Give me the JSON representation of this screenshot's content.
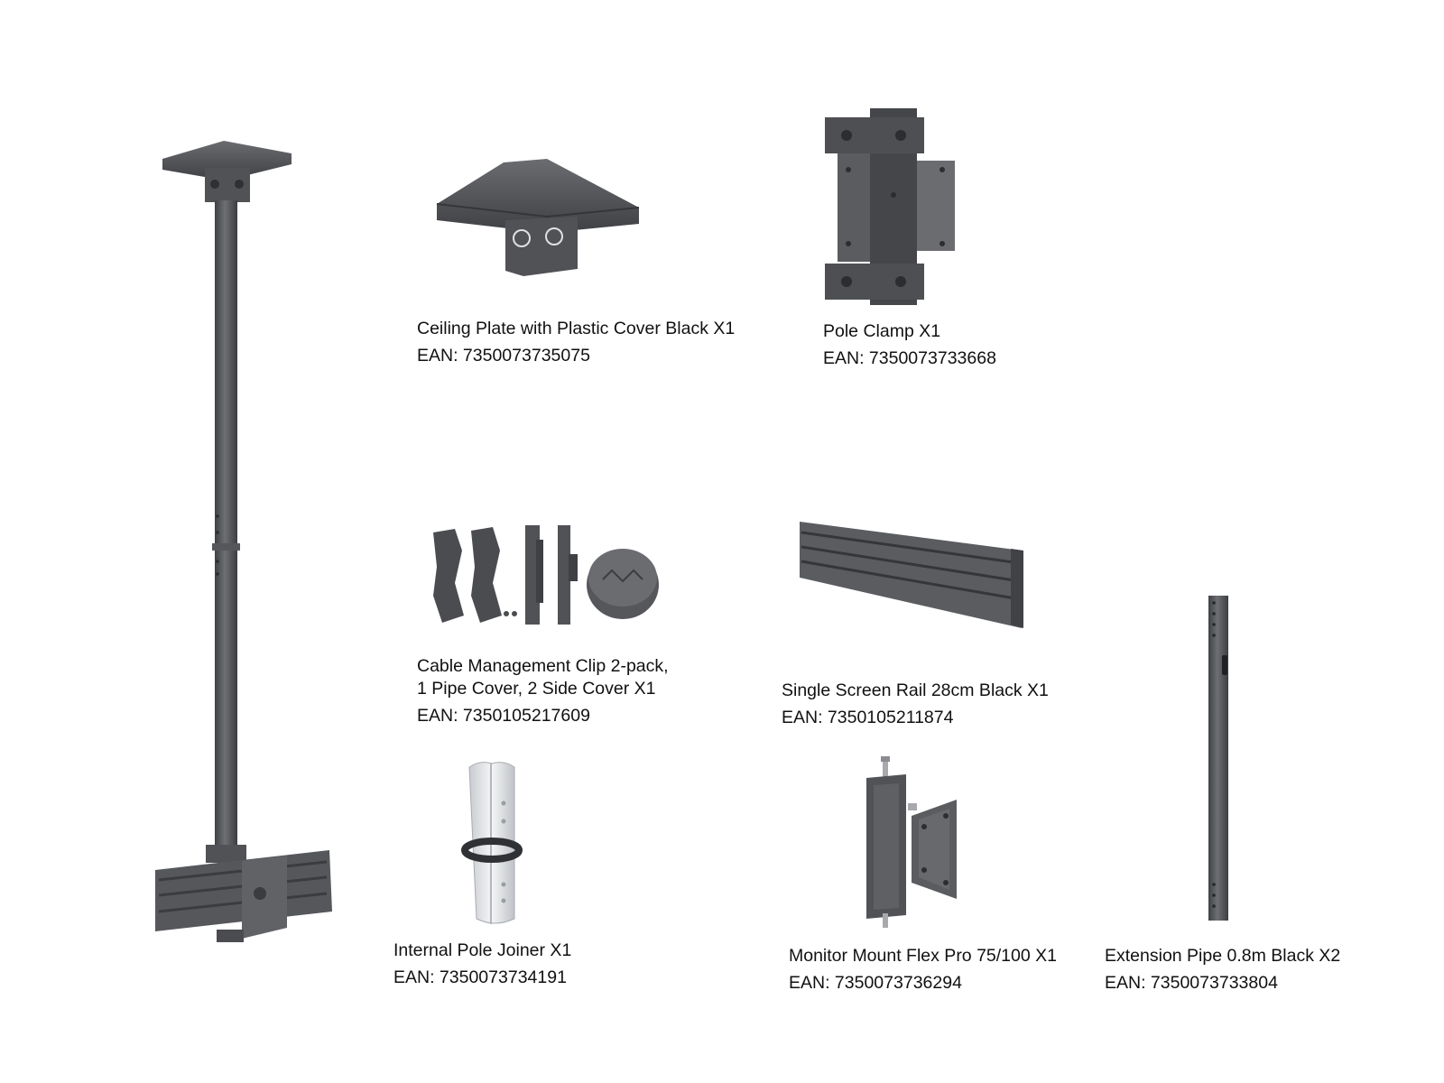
{
  "colors": {
    "background": "#ffffff",
    "metal_dark": "#4b4d51",
    "metal_mid": "#66686c",
    "metal_light": "#8a8c90",
    "joiner_white": "#e8eaec",
    "text": "#111111"
  },
  "items": [
    {
      "id": "ceiling-plate",
      "icon": "ceiling-plate-icon",
      "name_lines": [
        "Ceiling Plate with Plastic Cover Black X1"
      ],
      "ean": "EAN: 7350073735075"
    },
    {
      "id": "pole-clamp",
      "icon": "pole-clamp-icon",
      "name_lines": [
        "Pole Clamp X1"
      ],
      "ean": "EAN: 7350073733668"
    },
    {
      "id": "cable-management-clip",
      "icon": "cable-clip-icon",
      "name_lines": [
        "Cable Management Clip 2-pack,",
        "1 Pipe Cover, 2 Side Cover X1"
      ],
      "ean": "EAN: 7350105217609"
    },
    {
      "id": "single-screen-rail",
      "icon": "screen-rail-icon",
      "name_lines": [
        "Single Screen Rail 28cm Black X1"
      ],
      "ean": "EAN: 7350105211874"
    },
    {
      "id": "internal-pole-joiner",
      "icon": "pole-joiner-icon",
      "name_lines": [
        "Internal Pole Joiner X1"
      ],
      "ean": "EAN: 7350073734191"
    },
    {
      "id": "monitor-mount-flex-pro",
      "icon": "monitor-mount-icon",
      "name_lines": [
        "Monitor Mount Flex Pro 75/100 X1"
      ],
      "ean": "EAN: 7350073736294"
    },
    {
      "id": "extension-pipe",
      "icon": "extension-pipe-icon",
      "name_lines": [
        "Extension Pipe 0.8m Black X2"
      ],
      "ean": "EAN: 7350073733804"
    }
  ]
}
